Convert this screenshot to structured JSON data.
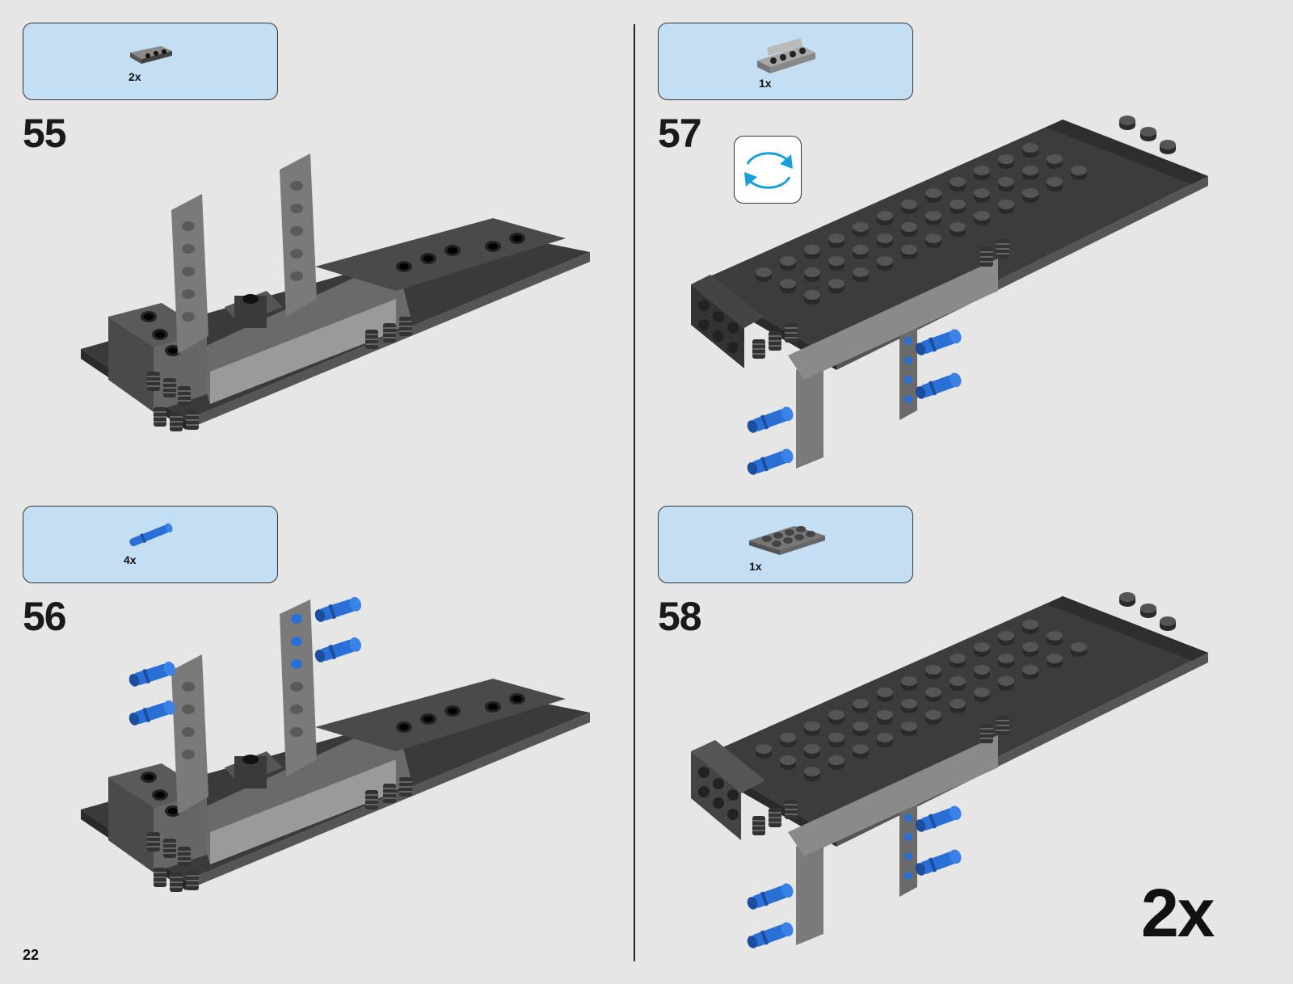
{
  "page_number": "22",
  "steps": [
    {
      "number": "55",
      "qty": "2x",
      "part": "bracket-icon"
    },
    {
      "number": "56",
      "qty": "4x",
      "part": "axle-pin-icon"
    },
    {
      "number": "57",
      "qty": "1x",
      "part": "bracket-plate-icon",
      "extra": "rotate-model-icon"
    },
    {
      "number": "58",
      "qty": "1x",
      "part": "plate-2x4-icon"
    }
  ],
  "multiplier": "2x",
  "colors": {
    "callout": "#c4dff4",
    "dark_grey": "#4a4a4a",
    "light_grey": "#9a9a9a",
    "blue": "#2a6fd6",
    "rotate": "#1aa0d8"
  }
}
